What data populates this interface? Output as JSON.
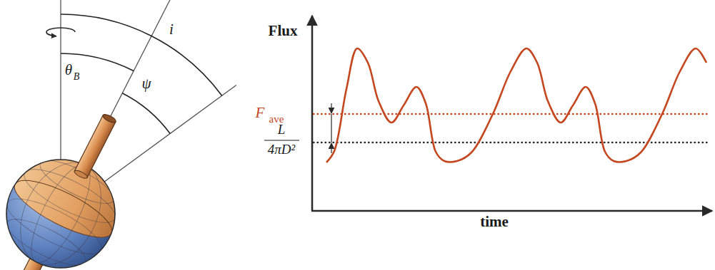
{
  "diagram": {
    "labels": [
      "θ",
      "B",
      "i",
      "ψ",
      "Flux",
      "F",
      "ave",
      "L",
      "4πD²",
      "time"
    ]
  }
}
